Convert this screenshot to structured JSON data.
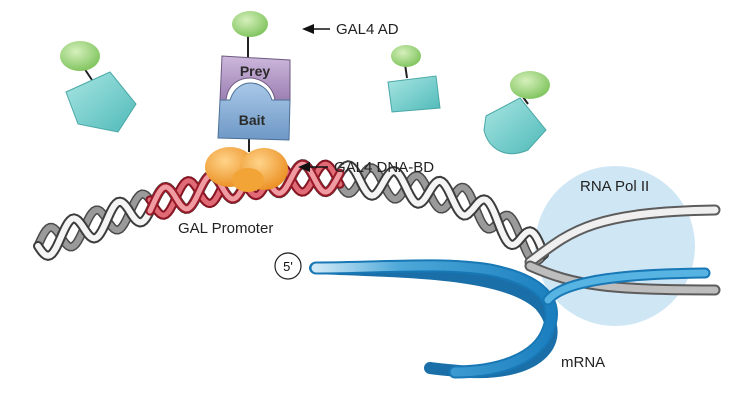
{
  "labels": {
    "gal4_ad": "GAL4 AD",
    "prey": "Prey",
    "bait": "Bait",
    "gal4_dna_bd": "GAL4 DNA-BD",
    "gal_promoter": "GAL Promoter",
    "rna_pol_ii": "RNA Pol II",
    "five_prime": "5'",
    "mrna": "mRNA"
  },
  "colors": {
    "activation_domain_green": "#9ed47a",
    "prey_purple": "#b69cc8",
    "bait_blue": "#8fb3d8",
    "dna_binding_orange": "#f3a23a",
    "prey_fragment_teal": "#7fd2d0",
    "promoter_red": "#d23a4a",
    "dna_gray": "#8a8a8a",
    "rna_pol_bubble": "#cfe6f5",
    "mrna_blue": "#2a8fc8"
  }
}
